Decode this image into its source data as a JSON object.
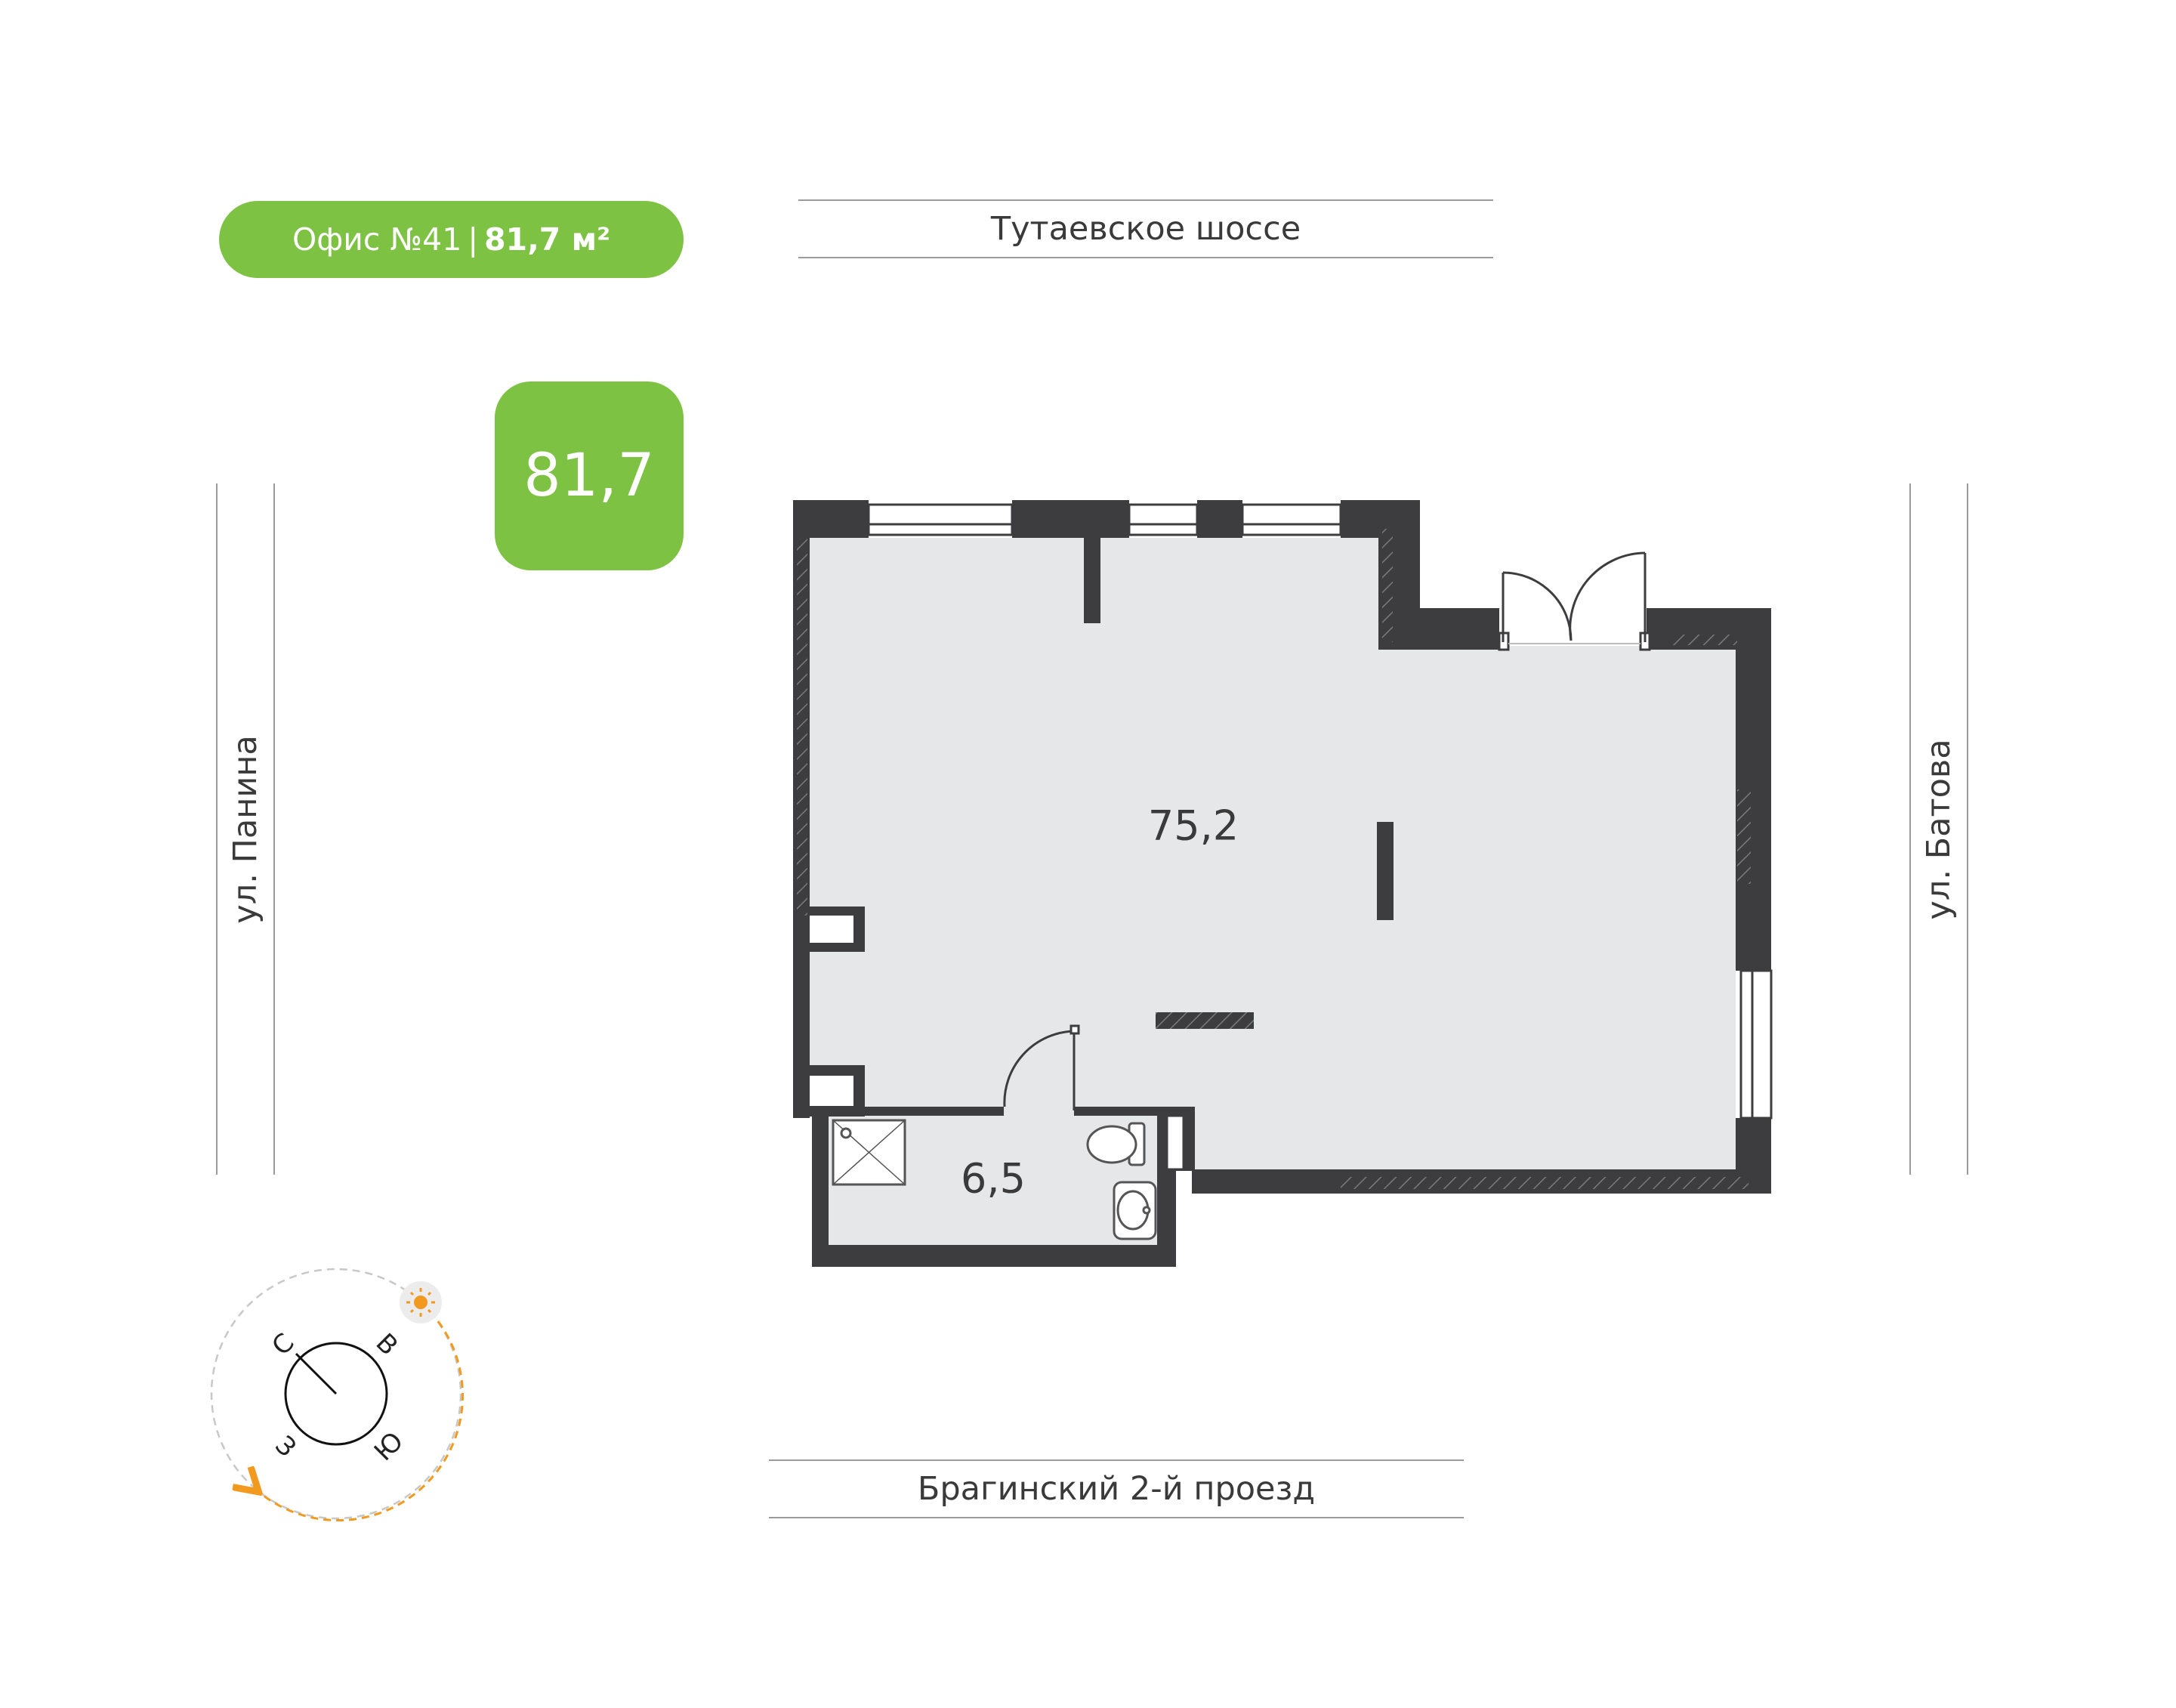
{
  "office": {
    "title": "Офис №41",
    "separator": "|",
    "area_total": "81,7 м²",
    "area_badge": "81,7"
  },
  "streets": {
    "top": "Тутаевское шоссе",
    "bottom": "Брагинский 2-й проезд",
    "left": "ул. Панина",
    "right": "ул. Батова"
  },
  "rooms": [
    {
      "name": "main-hall",
      "area": "75,2"
    },
    {
      "name": "bathroom",
      "area": "6,5"
    }
  ],
  "compass": {
    "north": "С",
    "east": "В",
    "south": "Ю",
    "west": "З"
  },
  "colors": {
    "accent": "#7dc242",
    "wall": "#3d3d3f",
    "floor": "#e6e7e9",
    "sun": "#f29a1f"
  },
  "icons": {
    "sun": "sun-icon",
    "toilet": "toilet-icon",
    "sink": "sink-icon",
    "shower": "shower-icon"
  }
}
